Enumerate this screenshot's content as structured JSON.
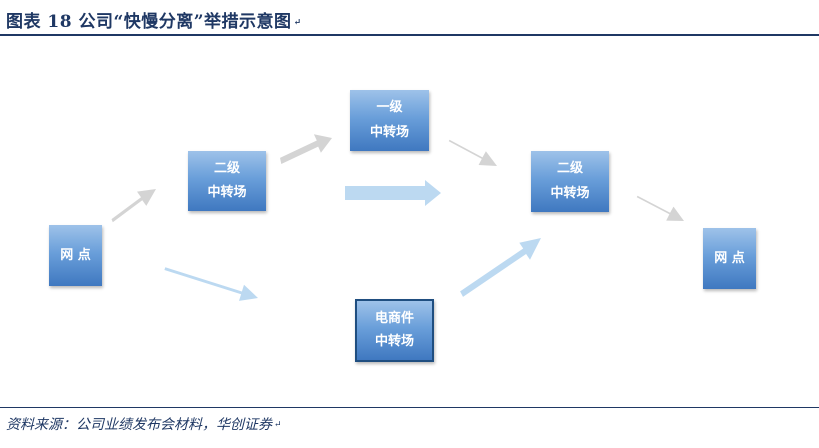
{
  "header": {
    "title": "图表 18 公司“快慢分离”举措示意图",
    "return_mark": "↵"
  },
  "footer": {
    "source": "资料来源：公司业绩发布会材料，华创证券",
    "return_mark": "↵"
  },
  "diagram": {
    "nodes": {
      "origin_outlet": {
        "label": "网 点"
      },
      "secondary_hub_left": {
        "line1": "二级",
        "line2": "中转场"
      },
      "primary_hub": {
        "line1": "一级",
        "line2": "中转场"
      },
      "ecommerce_hub": {
        "line1": "电商件",
        "line2": "中转场"
      },
      "secondary_hub_right": {
        "line1": "二级",
        "line2": "中转场"
      },
      "destination_outlet": {
        "label": "网 点"
      }
    },
    "colors": {
      "box_top": "#9ec2e9",
      "box_bottom": "#3f78c0",
      "gray_arrow": "#d4d4d4",
      "blue_arrow": "#bcd9f1",
      "title": "#1f3864"
    }
  }
}
